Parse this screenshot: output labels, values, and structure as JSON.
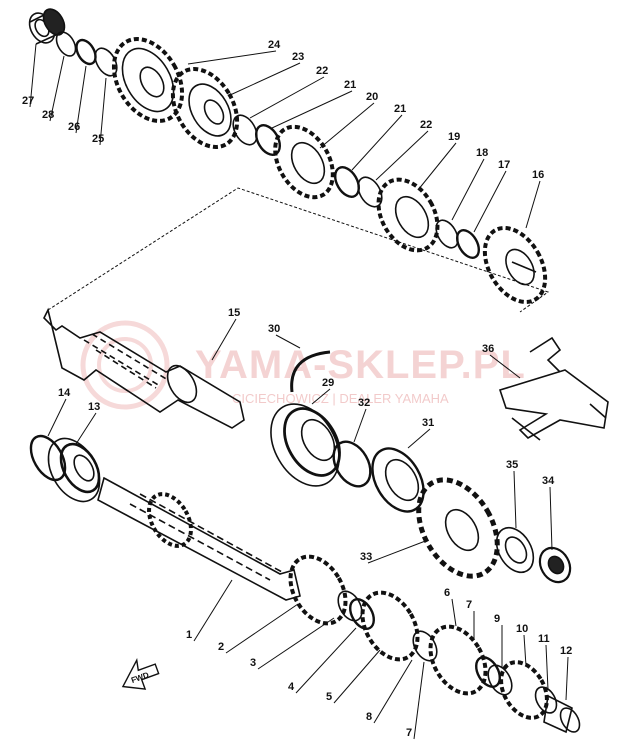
{
  "watermark": {
    "brand": "YAMA-SKLEP.PL",
    "tagline": "CICIECHOWICZ | DEALER YAMAHA"
  },
  "direction_arrow": {
    "label": "FWD"
  },
  "callouts": [
    {
      "id": "c27",
      "label": "27"
    },
    {
      "id": "c28",
      "label": "28"
    },
    {
      "id": "c26",
      "label": "26"
    },
    {
      "id": "c25",
      "label": "25"
    },
    {
      "id": "c24",
      "label": "24"
    },
    {
      "id": "c23",
      "label": "23"
    },
    {
      "id": "c22a",
      "label": "22"
    },
    {
      "id": "c21a",
      "label": "21"
    },
    {
      "id": "c20",
      "label": "20"
    },
    {
      "id": "c21b",
      "label": "21"
    },
    {
      "id": "c22b",
      "label": "22"
    },
    {
      "id": "c19",
      "label": "19"
    },
    {
      "id": "c18",
      "label": "18"
    },
    {
      "id": "c17",
      "label": "17"
    },
    {
      "id": "c16",
      "label": "16"
    },
    {
      "id": "c15",
      "label": "15"
    },
    {
      "id": "c30",
      "label": "30"
    },
    {
      "id": "c36",
      "label": "36"
    },
    {
      "id": "c14",
      "label": "14"
    },
    {
      "id": "c13",
      "label": "13"
    },
    {
      "id": "c29",
      "label": "29"
    },
    {
      "id": "c32",
      "label": "32"
    },
    {
      "id": "c31",
      "label": "31"
    },
    {
      "id": "c35",
      "label": "35"
    },
    {
      "id": "c34",
      "label": "34"
    },
    {
      "id": "c33",
      "label": "33"
    },
    {
      "id": "c1",
      "label": "1"
    },
    {
      "id": "c2",
      "label": "2"
    },
    {
      "id": "c3",
      "label": "3"
    },
    {
      "id": "c4",
      "label": "4"
    },
    {
      "id": "c5",
      "label": "5"
    },
    {
      "id": "c6",
      "label": "6"
    },
    {
      "id": "c7a",
      "label": "7"
    },
    {
      "id": "c8",
      "label": "8"
    },
    {
      "id": "c7b",
      "label": "7"
    },
    {
      "id": "c9",
      "label": "9"
    },
    {
      "id": "c10",
      "label": "10"
    },
    {
      "id": "c11",
      "label": "11"
    },
    {
      "id": "c12",
      "label": "12"
    }
  ]
}
